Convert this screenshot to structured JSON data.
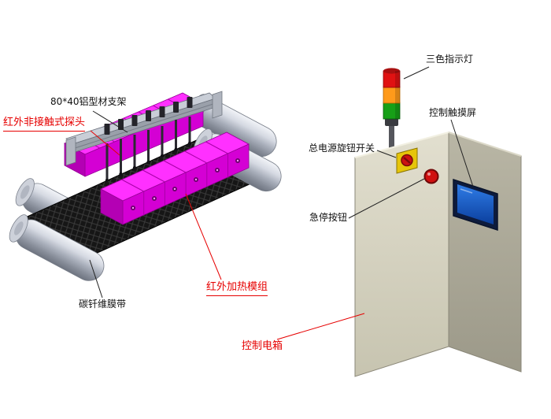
{
  "diagram": {
    "machine_labels": {
      "bracket": "80*40铝型材支架",
      "probe": "红外非接触式探头",
      "heating": "红外加热模组",
      "belt": "碳钎维膜带"
    },
    "cabinet_labels": {
      "tower": "三色指示灯",
      "screen": "控制触摸屏",
      "power": "总电源旋钮开关",
      "estop": "急停按钮",
      "box": "控制电箱"
    }
  },
  "colors": {
    "label_red": "#e60000",
    "label_black": "#111111",
    "module_magenta": "#ee00ee",
    "cabinet_beige": "#d6d3c0",
    "screen_blue": "#1458c8",
    "belt_black": "#151515",
    "roller_silver": "#b6bac4",
    "tower_red": "#e01212",
    "tower_yellow": "#ff9a1a",
    "tower_green": "#17a017"
  }
}
